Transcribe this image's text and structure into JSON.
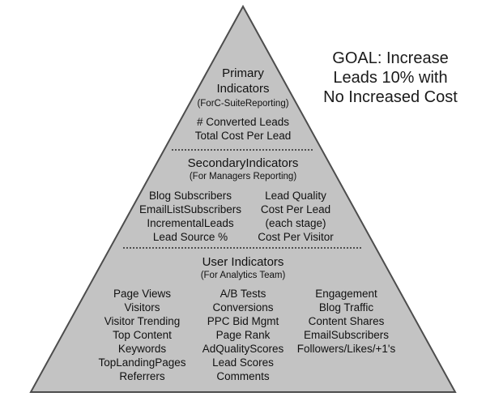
{
  "colors": {
    "pyramid_fill": "#c3c3c3",
    "pyramid_stroke": "#4d4d4d",
    "divider": "#2a2a2a",
    "text": "#111111"
  },
  "goal": {
    "lines": [
      "GOAL: Increase",
      "Leads 10% with",
      "No Increased Cost"
    ]
  },
  "primary": {
    "title_lines": [
      "Primary",
      "Indicators"
    ],
    "subtitle": "(ForC-SuiteReporting)",
    "items": [
      "# Converted Leads",
      "Total Cost Per Lead"
    ]
  },
  "secondary": {
    "title": "SecondaryIndicators",
    "subtitle": "(For Managers Reporting)",
    "left_items": [
      "Blog Subscribers",
      "EmailListSubscribers",
      "IncrementalLeads",
      "Lead Source %"
    ],
    "right_items": [
      "Lead Quality",
      "Cost Per Lead",
      "(each stage)",
      "Cost Per Visitor"
    ]
  },
  "user": {
    "title": "User Indicators",
    "subtitle": "(For Analytics Team)",
    "col1": [
      "Page Views",
      "Visitors",
      "Visitor Trending",
      "Top Content",
      "Keywords",
      "TopLandingPages",
      "Referrers"
    ],
    "col2": [
      "A/B Tests",
      "Conversions",
      "PPC Bid Mgmt",
      "Page Rank",
      "AdQualityScores",
      "Lead Scores",
      "Comments"
    ],
    "col3": [
      "Engagement",
      "Blog Traffic",
      "Content Shares",
      "EmailSubscribers",
      "Followers/Likes/+1's"
    ]
  }
}
